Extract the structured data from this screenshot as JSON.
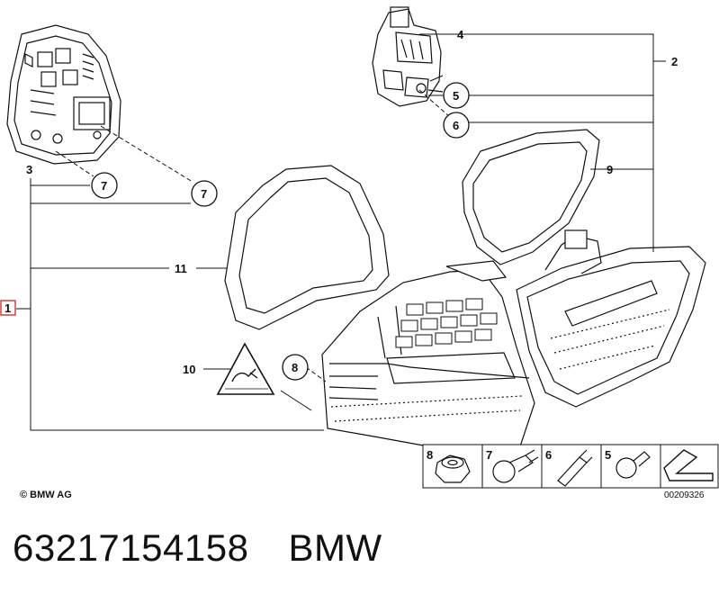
{
  "diagram": {
    "callouts": {
      "c1": "1",
      "c2": "2",
      "c3": "3",
      "c4": "4",
      "c5": "5",
      "c6": "6",
      "c7a": "7",
      "c7b": "7",
      "c8": "8",
      "c9": "9",
      "c10": "10",
      "c11": "11"
    },
    "legend": {
      "l8": "8",
      "l7": "7",
      "l6": "6",
      "l5": "5"
    },
    "copyright": "© BMW AG",
    "drawing_number": "00209326",
    "highlight_color": "#d42020"
  },
  "caption": {
    "part_number": "63217154158",
    "brand": "BMW"
  }
}
